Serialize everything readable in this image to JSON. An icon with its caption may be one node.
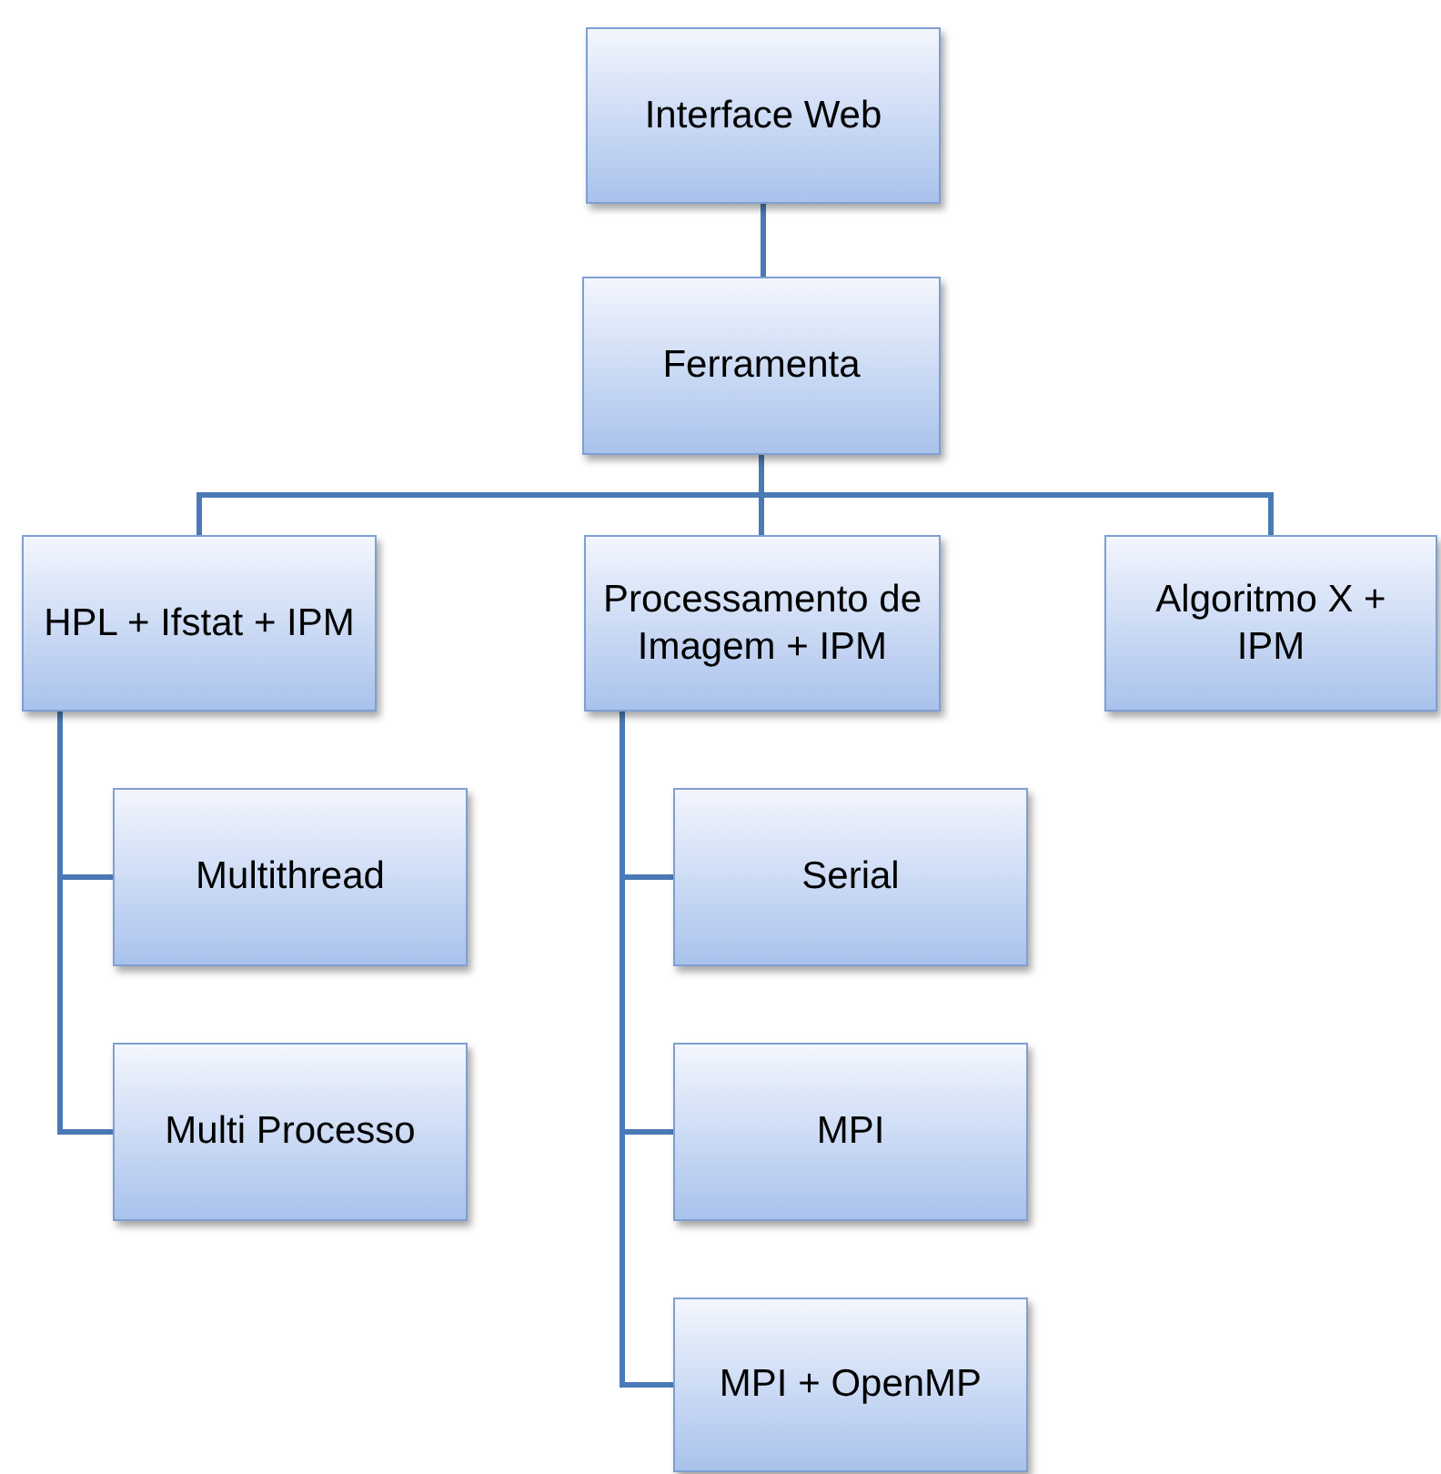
{
  "diagram": {
    "nodes": [
      {
        "text": [
          "Interface Web"
        ]
      },
      {
        "text": [
          "Ferramenta"
        ]
      },
      {
        "text": [
          "HPL + Ifstat + IPM"
        ]
      },
      {
        "text": [
          "Processamento de Imagem + IPM"
        ]
      },
      {
        "text": [
          "Algoritmo X + IPM"
        ]
      },
      {
        "text": [
          "Multithread"
        ]
      },
      {
        "text": [
          "Multi Processo"
        ]
      },
      {
        "text": [
          "Serial"
        ]
      },
      {
        "text": [
          "MPI"
        ]
      },
      {
        "text": [
          "MPI + OpenMP"
        ]
      }
    ],
    "edges": [
      {
        "from": 0,
        "to": 1,
        "arrow": "none"
      },
      {
        "from": 1,
        "to": 2,
        "arrow": "none"
      },
      {
        "from": 1,
        "to": 3,
        "arrow": "none"
      },
      {
        "from": 1,
        "to": 4,
        "arrow": "none"
      },
      {
        "from": 2,
        "to": 5,
        "arrow": "none"
      },
      {
        "from": 2,
        "to": 6,
        "arrow": "none"
      },
      {
        "from": 3,
        "to": 7,
        "arrow": "none"
      },
      {
        "from": 3,
        "to": 8,
        "arrow": "none"
      },
      {
        "from": 3,
        "to": 9,
        "arrow": "none"
      }
    ]
  }
}
